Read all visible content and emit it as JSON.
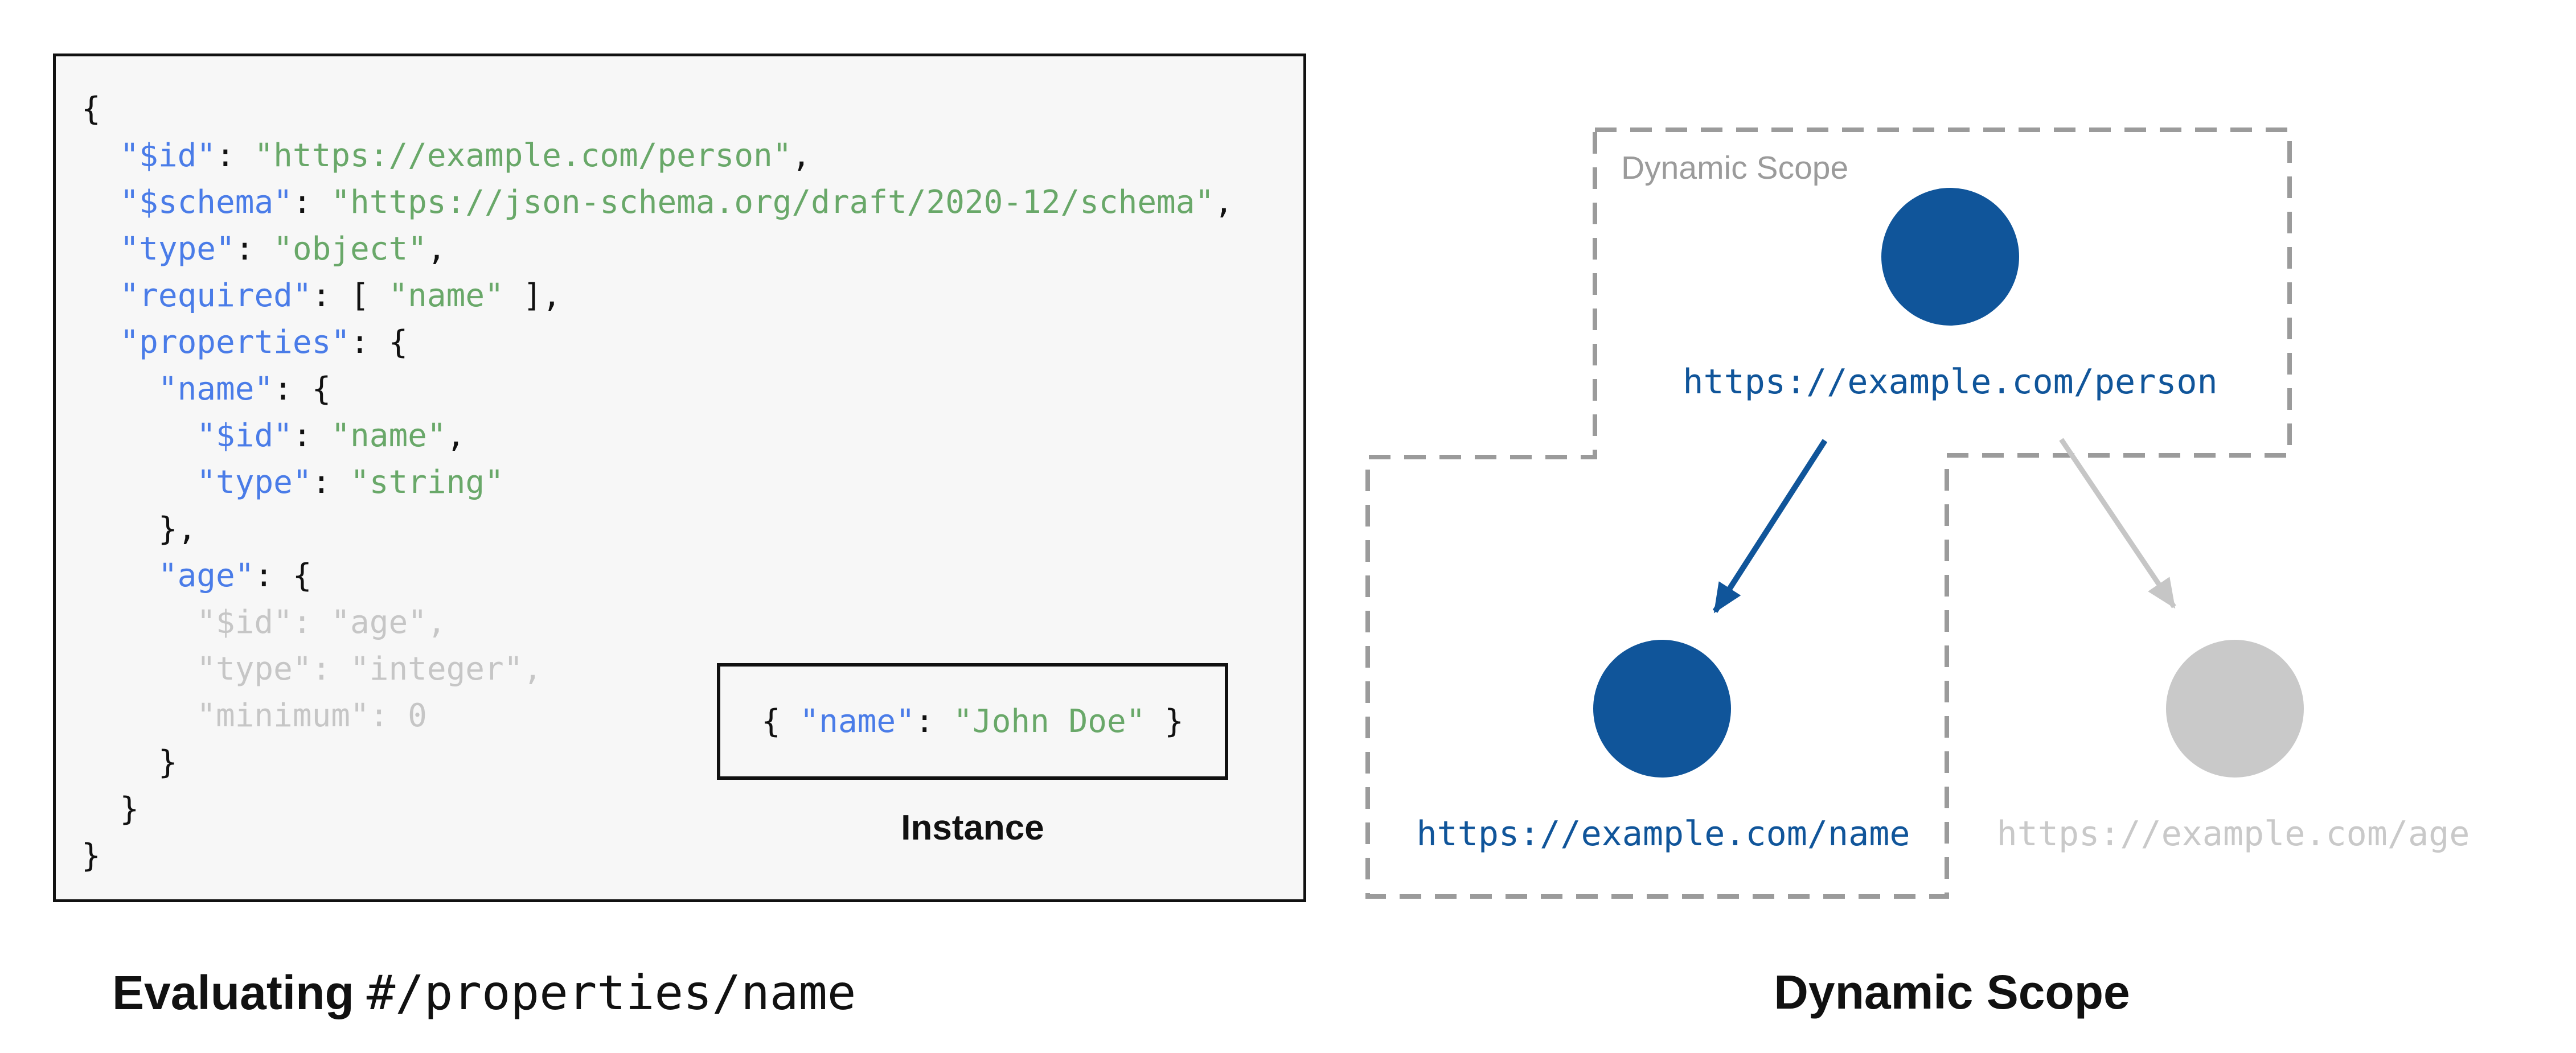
{
  "figure": {
    "left_caption": {
      "bold": "Evaluating",
      "mono": "#/properties/name"
    },
    "right_caption": "Dynamic Scope"
  },
  "schema_panel": {
    "code_lines": [
      [
        {
          "text": "{",
          "style": "punct"
        }
      ],
      [
        {
          "text": "  ",
          "style": "punct"
        },
        {
          "text": "\"$id\"",
          "style": "key"
        },
        {
          "text": ": ",
          "style": "punct"
        },
        {
          "text": "\"https://example.com/person\"",
          "style": "str"
        },
        {
          "text": ",",
          "style": "punct"
        }
      ],
      [
        {
          "text": "  ",
          "style": "punct"
        },
        {
          "text": "\"$schema\"",
          "style": "key"
        },
        {
          "text": ": ",
          "style": "punct"
        },
        {
          "text": "\"https://json-schema.org/draft/2020-12/schema\"",
          "style": "str"
        },
        {
          "text": ",",
          "style": "punct"
        }
      ],
      [
        {
          "text": "  ",
          "style": "punct"
        },
        {
          "text": "\"type\"",
          "style": "key"
        },
        {
          "text": ": ",
          "style": "punct"
        },
        {
          "text": "\"object\"",
          "style": "str"
        },
        {
          "text": ",",
          "style": "punct"
        }
      ],
      [
        {
          "text": "  ",
          "style": "punct"
        },
        {
          "text": "\"required\"",
          "style": "key"
        },
        {
          "text": ": [ ",
          "style": "punct"
        },
        {
          "text": "\"name\"",
          "style": "str"
        },
        {
          "text": " ],",
          "style": "punct"
        }
      ],
      [
        {
          "text": "  ",
          "style": "punct"
        },
        {
          "text": "\"properties\"",
          "style": "key"
        },
        {
          "text": ": {",
          "style": "punct"
        }
      ],
      [
        {
          "text": "    ",
          "style": "punct"
        },
        {
          "text": "\"name\"",
          "style": "key"
        },
        {
          "text": ": {",
          "style": "punct"
        }
      ],
      [
        {
          "text": "      ",
          "style": "punct"
        },
        {
          "text": "\"$id\"",
          "style": "key"
        },
        {
          "text": ": ",
          "style": "punct"
        },
        {
          "text": "\"name\"",
          "style": "str"
        },
        {
          "text": ",",
          "style": "punct"
        }
      ],
      [
        {
          "text": "      ",
          "style": "punct"
        },
        {
          "text": "\"type\"",
          "style": "key"
        },
        {
          "text": ": ",
          "style": "punct"
        },
        {
          "text": "\"string\"",
          "style": "str"
        }
      ],
      [
        {
          "text": "    },",
          "style": "punct"
        }
      ],
      [
        {
          "text": "    ",
          "style": "punct"
        },
        {
          "text": "\"age\"",
          "style": "key"
        },
        {
          "text": ": {",
          "style": "punct"
        }
      ],
      [
        {
          "text": "      \"$id\": \"age\",",
          "style": "dim"
        }
      ],
      [
        {
          "text": "      \"type\": \"integer\",",
          "style": "dim"
        }
      ],
      [
        {
          "text": "      \"minimum\": 0",
          "style": "dim"
        }
      ],
      [
        {
          "text": "    }",
          "style": "punct"
        }
      ],
      [
        {
          "text": "  }",
          "style": "punct"
        }
      ],
      [
        {
          "text": "}",
          "style": "punct"
        }
      ]
    ],
    "instance": {
      "label": "Instance",
      "tokens": [
        {
          "text": "{ ",
          "style": "punct"
        },
        {
          "text": "\"name\"",
          "style": "key"
        },
        {
          "text": ": ",
          "style": "punct"
        },
        {
          "text": "\"John Doe\"",
          "style": "str"
        },
        {
          "text": " }",
          "style": "punct"
        }
      ]
    }
  },
  "scope_diagram": {
    "scope_box_label": "Dynamic Scope",
    "nodes": [
      {
        "id": "person",
        "label": "https://example.com/person",
        "state": "active"
      },
      {
        "id": "name",
        "label": "https://example.com/name",
        "state": "active"
      },
      {
        "id": "age",
        "label": "https://example.com/age",
        "state": "inactive"
      }
    ],
    "edges": [
      {
        "from": "person",
        "to": "name",
        "state": "active"
      },
      {
        "from": "person",
        "to": "age",
        "state": "inactive"
      }
    ]
  },
  "colors": {
    "node_active": "#10559a",
    "node_inactive": "#c9c9c9",
    "arrow_active": "#10559a",
    "arrow_inactive": "#c6c6c6",
    "scope_dash": "#9b9b9b",
    "code_key": "#4a7ce8",
    "code_string": "#69a869",
    "code_dimmed": "#c6c6c6",
    "code_background": "#f7f7f7",
    "text_black": "#111111"
  }
}
